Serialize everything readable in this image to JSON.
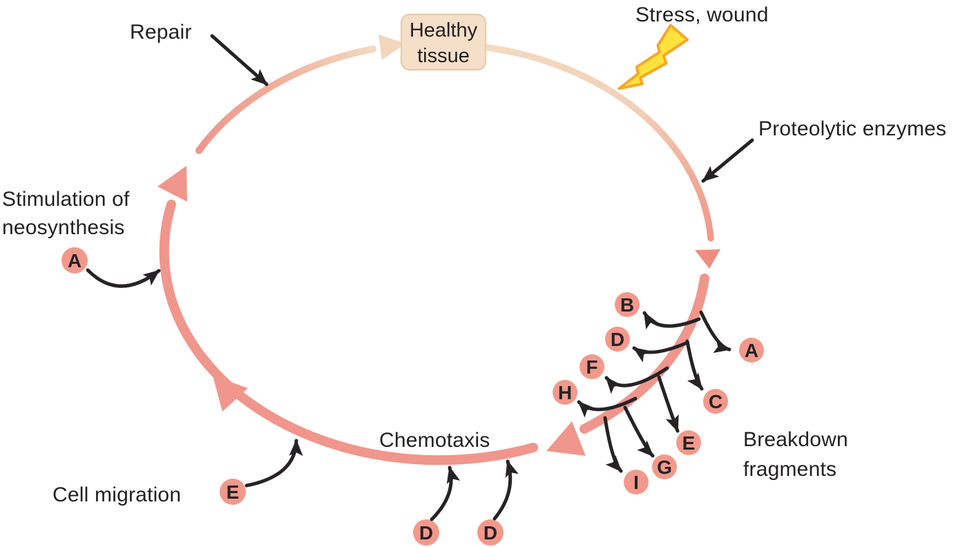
{
  "labels": {
    "repair": "Repair",
    "stress_wound": "Stress, wound",
    "proteolytic_enzymes": "Proteolytic enzymes",
    "healthy_tissue_line1": "Healthy",
    "healthy_tissue_line2": "tissue",
    "stimulation_line1": "Stimulation of",
    "stimulation_line2": "neosynthesis",
    "cell_migration": "Cell migration",
    "chemotaxis": "Chemotaxis",
    "breakdown_line1": "Breakdown",
    "breakdown_line2": "fragments"
  },
  "bubbles": {
    "stimulation": {
      "letter": "A"
    },
    "cell_migration": {
      "letter": "E"
    },
    "chemotaxis": [
      {
        "letter": "D"
      },
      {
        "letter": "D"
      }
    ],
    "breakdown": [
      {
        "letter": "B"
      },
      {
        "letter": "D"
      },
      {
        "letter": "F"
      },
      {
        "letter": "H"
      },
      {
        "letter": "A"
      },
      {
        "letter": "C"
      },
      {
        "letter": "E"
      },
      {
        "letter": "G"
      },
      {
        "letter": "I"
      }
    ]
  },
  "colors": {
    "arc_salmon": "#F0968C",
    "arc_beige": "#F3DAC2",
    "arrowhead_salmon": "#EF8E80",
    "arrowhead_beige": "#F2D6BE",
    "bubble_fill": "#F2998B",
    "box_fill": "#F6DFC8",
    "box_border": "#E9CDAF",
    "bolt_fill": "#FFE33C",
    "bolt_stroke": "#F5A72B",
    "arrow_black": "#262226",
    "text_color": "#231F20"
  }
}
